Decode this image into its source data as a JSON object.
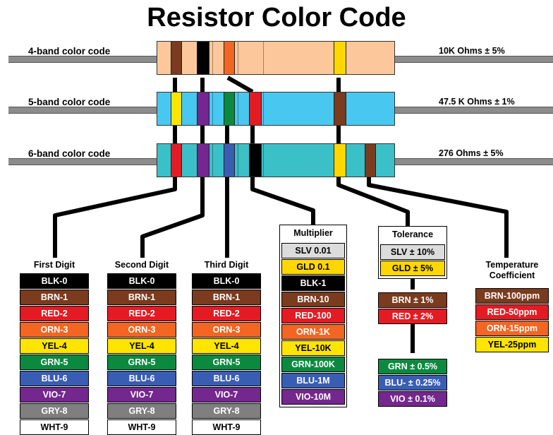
{
  "title": "Resistor Color Code",
  "colors": {
    "black": "#000000",
    "brown": "#7a3b1e",
    "red": "#e41b23",
    "orange": "#f26522",
    "yellow": "#ffe400",
    "green": "#0b8a3f",
    "blue": "#3a5db4",
    "violet": "#74278e",
    "gray": "#7f7f7f",
    "white": "#ffffff",
    "silver": "#dcdcdc",
    "gold": "#ffd700"
  },
  "resistors": [
    {
      "label": "4-band color code",
      "value": "10K Ohms ± 5%",
      "body_color": "#fcc89b",
      "bands": [
        "brown",
        "black",
        "orange",
        "gold"
      ]
    },
    {
      "label": "5-band color code",
      "value": "47.5 K Ohms ± 1%",
      "body_color": "#48c8f0",
      "bands": [
        "yellow",
        "violet",
        "green",
        "red",
        "brown"
      ]
    },
    {
      "label": "6-band color code",
      "value": "276 Ohms ± 5%",
      "body_color": "#3cc0c8",
      "bands": [
        "red",
        "violet",
        "blue",
        "black",
        "gold",
        "brown"
      ]
    }
  ],
  "columns": {
    "first": {
      "heading": "First Digit",
      "cells": [
        {
          "label": "BLK-0",
          "color": "black"
        },
        {
          "label": "BRN-1",
          "color": "brown"
        },
        {
          "label": "RED-2",
          "color": "red"
        },
        {
          "label": "ORN-3",
          "color": "orange"
        },
        {
          "label": "YEL-4",
          "color": "yellow"
        },
        {
          "label": "GRN-5",
          "color": "green"
        },
        {
          "label": "BLU-6",
          "color": "blue"
        },
        {
          "label": "VIO-7",
          "color": "violet"
        },
        {
          "label": "GRY-8",
          "color": "gray"
        },
        {
          "label": "WHT-9",
          "color": "white"
        }
      ]
    },
    "second": {
      "heading": "Second Digit",
      "cells": [
        {
          "label": "BLK-0",
          "color": "black"
        },
        {
          "label": "BRN-1",
          "color": "brown"
        },
        {
          "label": "RED-2",
          "color": "red"
        },
        {
          "label": "ORN-3",
          "color": "orange"
        },
        {
          "label": "YEL-4",
          "color": "yellow"
        },
        {
          "label": "GRN-5",
          "color": "green"
        },
        {
          "label": "BLU-6",
          "color": "blue"
        },
        {
          "label": "VIO-7",
          "color": "violet"
        },
        {
          "label": "GRY-8",
          "color": "gray"
        },
        {
          "label": "WHT-9",
          "color": "white"
        }
      ]
    },
    "third": {
      "heading": "Third Digit",
      "cells": [
        {
          "label": "BLK-0",
          "color": "black"
        },
        {
          "label": "BRN-1",
          "color": "brown"
        },
        {
          "label": "RED-2",
          "color": "red"
        },
        {
          "label": "ORN-3",
          "color": "orange"
        },
        {
          "label": "YEL-4",
          "color": "yellow"
        },
        {
          "label": "GRN-5",
          "color": "green"
        },
        {
          "label": "BLU-6",
          "color": "blue"
        },
        {
          "label": "VIO-7",
          "color": "violet"
        },
        {
          "label": "GRY-8",
          "color": "gray"
        },
        {
          "label": "WHT-9",
          "color": "white"
        }
      ]
    },
    "multiplier": {
      "heading": "Multiplier",
      "cells": [
        {
          "label": "SLV 0.01",
          "color": "silver"
        },
        {
          "label": "GLD 0.1",
          "color": "gold"
        },
        {
          "label": "BLK-1",
          "color": "black"
        },
        {
          "label": "BRN-10",
          "color": "brown"
        },
        {
          "label": "RED-100",
          "color": "red"
        },
        {
          "label": "ORN-1K",
          "color": "orange"
        },
        {
          "label": "YEL-10K",
          "color": "yellow"
        },
        {
          "label": "GRN-100K",
          "color": "green"
        },
        {
          "label": "BLU-1M",
          "color": "blue"
        },
        {
          "label": "VIO-10M",
          "color": "violet"
        }
      ]
    },
    "tolerance": {
      "heading": "Tolerance",
      "groups": [
        [
          {
            "label": "SLV ± 10%",
            "color": "silver"
          },
          {
            "label": "GLD ±  5%",
            "color": "gold"
          }
        ],
        [
          {
            "label": "BRN ± 1%",
            "color": "brown"
          },
          {
            "label": "RED ± 2%",
            "color": "red"
          }
        ],
        [
          {
            "label": "GRN ± 0.5%",
            "color": "green"
          },
          {
            "label": "BLU- ± 0.25%",
            "color": "blue"
          },
          {
            "label": "VIO ± 0.1%",
            "color": "violet"
          }
        ]
      ]
    },
    "tempco": {
      "heading_line1": "Temperature",
      "heading_line2": "Coefficient",
      "cells": [
        {
          "label": "BRN-100ppm",
          "color": "brown"
        },
        {
          "label": "RED-50ppm",
          "color": "red"
        },
        {
          "label": "ORN-15ppm",
          "color": "orange"
        },
        {
          "label": "YEL-25ppm",
          "color": "yellow"
        }
      ]
    }
  }
}
